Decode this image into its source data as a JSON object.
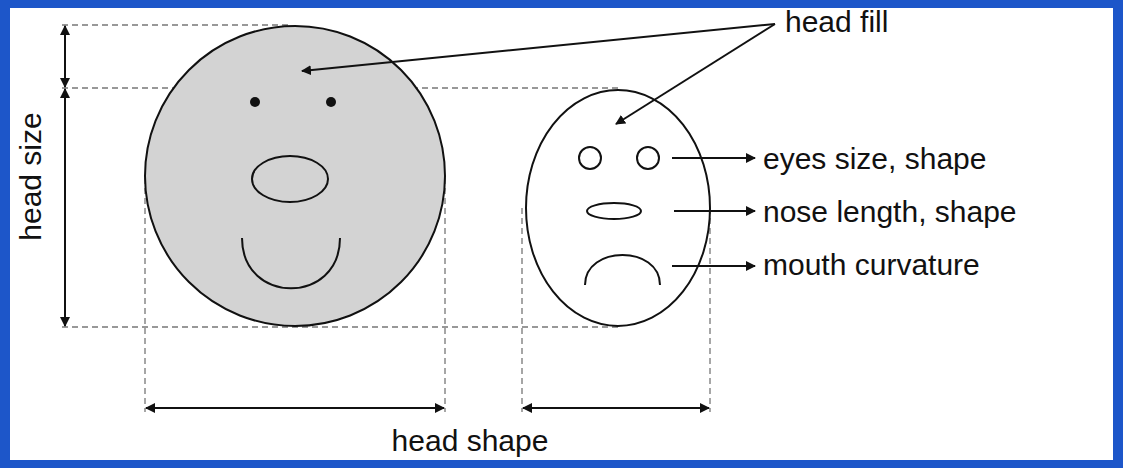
{
  "diagram": {
    "labels": [
      "head fill",
      "eyes size, shape",
      "nose length, shape",
      "mouth curvature",
      "head size",
      "head shape"
    ]
  }
}
